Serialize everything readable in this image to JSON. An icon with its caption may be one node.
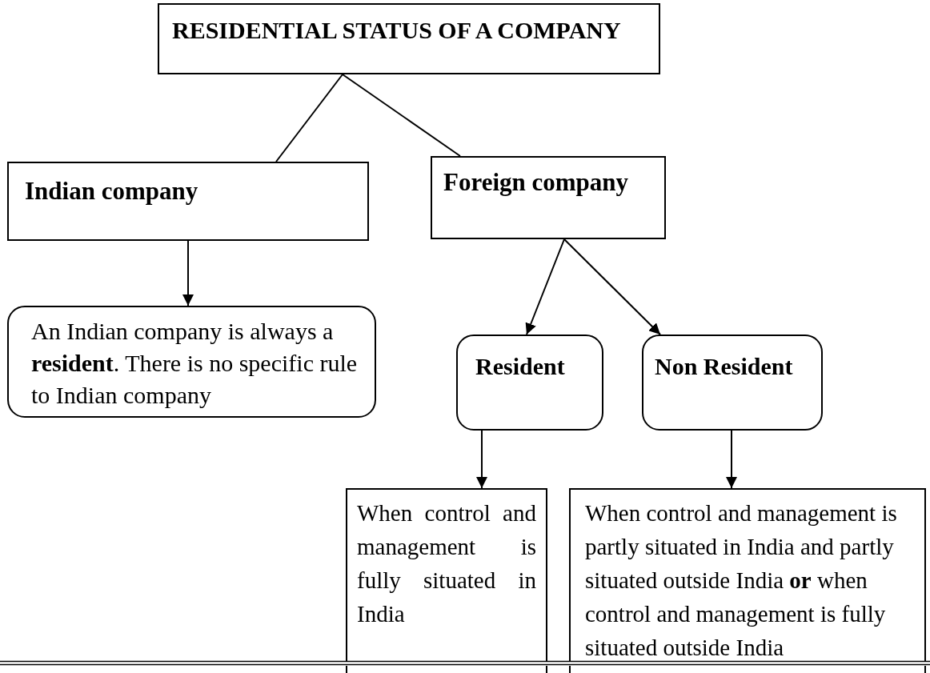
{
  "diagram": {
    "nodes": [
      {
        "text": [
          "RESIDENTIAL STATUS OF A COMPANY"
        ]
      },
      {
        "text": [
          "Indian company"
        ]
      },
      {
        "text": [
          "Foreign company"
        ]
      },
      {
        "text": [
          "An Indian company is always a **resident**. There is no specific rule to Indian company"
        ]
      },
      {
        "text": [
          "Resident"
        ]
      },
      {
        "text": [
          "Non Resident"
        ]
      },
      {
        "text": [
          "When control and management is fully situated in India"
        ]
      },
      {
        "text": [
          "When control and management is partly situated in India and partly situated outside India **or** when control and management is fully situated outside India"
        ]
      }
    ],
    "edges": [
      {
        "from": 0,
        "to": 1,
        "arrow": "none"
      },
      {
        "from": 0,
        "to": 2,
        "arrow": "none"
      },
      {
        "from": 1,
        "to": 3,
        "arrow": "to"
      },
      {
        "from": 2,
        "to": 4,
        "arrow": "to"
      },
      {
        "from": 2,
        "to": 5,
        "arrow": "to"
      },
      {
        "from": 4,
        "to": 6,
        "arrow": "to"
      },
      {
        "from": 5,
        "to": 7,
        "arrow": "to"
      }
    ]
  }
}
